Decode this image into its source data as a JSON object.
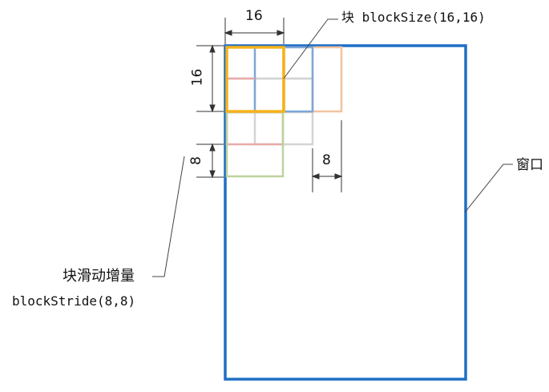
{
  "labels": {
    "block": "块 blockSize(16,16)",
    "window": "窗口",
    "stride_cn": "块滑动增量",
    "stride_code": "blockStride(8,8)",
    "dim_top": "16",
    "dim_left_16": "16",
    "dim_left_8": "8",
    "dim_right_8": "8"
  },
  "colors": {
    "window": "#1f6fc5",
    "block_yellow": "#f7b21a",
    "block_blue": "#7ea6d8",
    "block_orange": "#f2c39c",
    "block_green": "#bcd39a",
    "block_red": "#e8aaa8",
    "block_gray": "#d4d4d4"
  }
}
